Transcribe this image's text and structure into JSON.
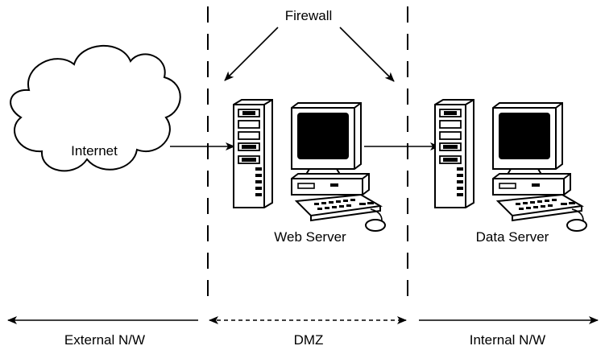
{
  "diagram": {
    "labels": {
      "firewall": "Firewall",
      "internet": "Internet",
      "web_server": "Web Server",
      "data_server": "Data Server",
      "external_nw": "External N/W",
      "dmz": "DMZ",
      "internal_nw": "Internal N/W"
    },
    "nodes": [
      {
        "id": "internet",
        "kind": "cloud"
      },
      {
        "id": "web_server",
        "kind": "computer"
      },
      {
        "id": "data_server",
        "kind": "computer"
      }
    ],
    "edges": [
      {
        "from": "internet",
        "to": "web_server"
      },
      {
        "from": "web_server",
        "to": "data_server"
      }
    ],
    "zones": [
      "external_nw",
      "dmz",
      "internal_nw"
    ],
    "colors": {
      "line": "#000000",
      "background": "#ffffff",
      "screen": "#000000"
    }
  }
}
